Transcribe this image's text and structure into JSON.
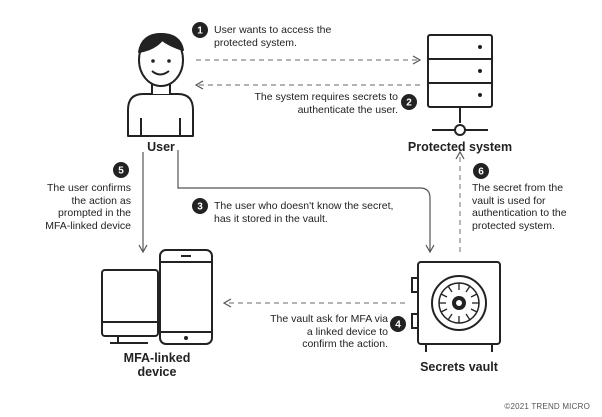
{
  "labels": {
    "user": "User",
    "protected_system": "Protected system",
    "mfa_device_line1": "MFA-linked",
    "mfa_device_line2": "device",
    "secrets_vault": "Secrets vault"
  },
  "steps": [
    {
      "number": "1",
      "lines": [
        "User wants to access the",
        "protected system."
      ]
    },
    {
      "number": "2",
      "lines": [
        "The system requires secrets to",
        "authenticate the user."
      ]
    },
    {
      "number": "3",
      "lines": [
        "The user who doesn't know the secret,",
        "has it stored in the vault."
      ]
    },
    {
      "number": "4",
      "lines": [
        "The vault ask for MFA via",
        "a linked device to",
        "confirm the action."
      ]
    },
    {
      "number": "5",
      "lines": [
        "The user confirms",
        "the action as",
        "prompted in the",
        "MFA-linked device"
      ]
    },
    {
      "number": "6",
      "lines": [
        "The secret from the",
        "vault is used for",
        "authentication to the",
        "protected system."
      ]
    }
  ],
  "copyright": "©2021 TREND MICRO",
  "colors": {
    "ink": "#222222",
    "arrow": "#555555",
    "dashed": "#888888",
    "badge": "#222222"
  },
  "icons": {
    "user": "person-icon",
    "server": "server-icon",
    "vault": "vault-icon",
    "laptop": "laptop-icon",
    "phone": "phone-icon"
  }
}
